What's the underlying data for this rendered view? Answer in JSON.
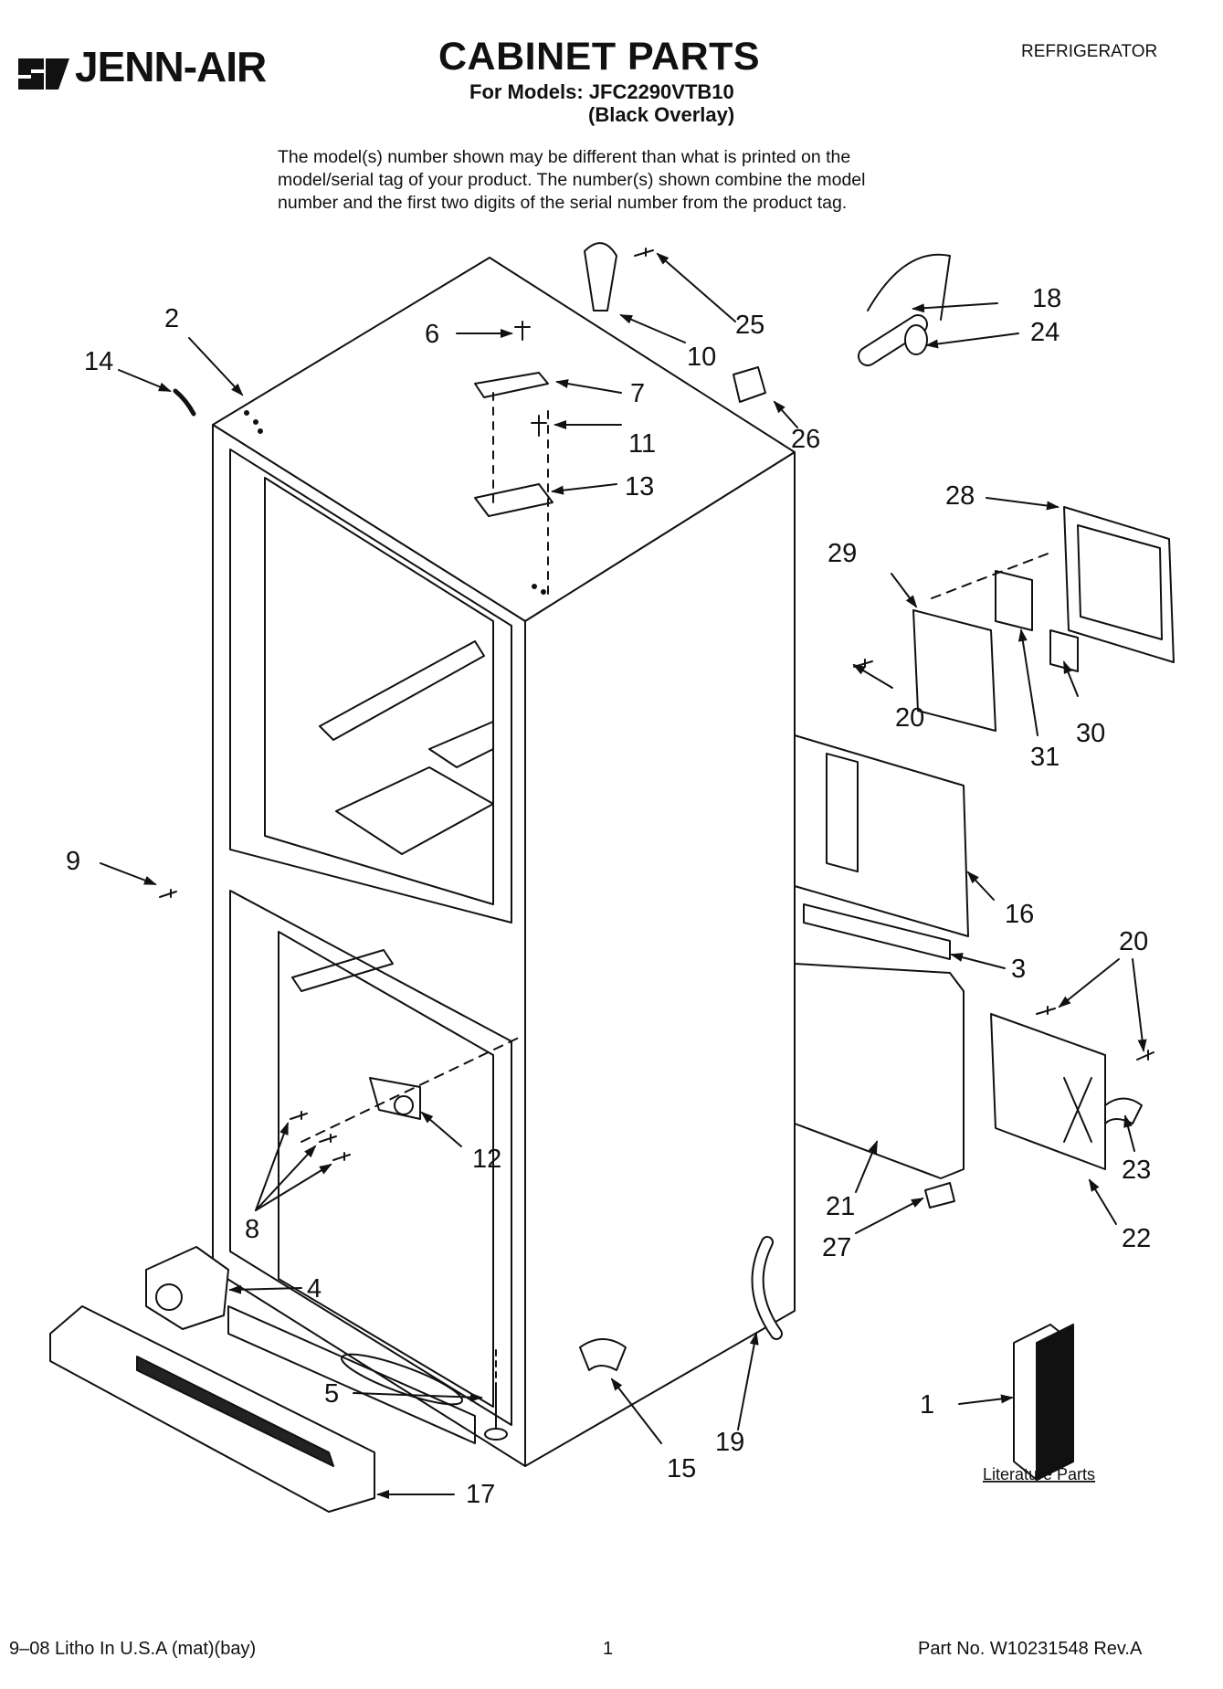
{
  "header": {
    "brand": "JENN-AIR",
    "title": "CABINET PARTS",
    "models": "For Models: JFC2290VTB10",
    "variant": "(Black Overlay)",
    "category": "REFRIGERATOR"
  },
  "disclaimer": [
    "The model(s) number shown may be different than what is printed on the",
    "model/serial tag of your product. The number(s) shown combine the model",
    "number and the first two digits of the serial number from the product tag."
  ],
  "callouts": [
    "1",
    "2",
    "3",
    "4",
    "5",
    "6",
    "7",
    "8",
    "9",
    "10",
    "11",
    "12",
    "13",
    "14",
    "15",
    "16",
    "17",
    "18",
    "19",
    "20",
    "20",
    "21",
    "22",
    "23",
    "24",
    "25",
    "26",
    "27",
    "28",
    "29",
    "30",
    "31"
  ],
  "literature_label": "Literature Parts",
  "footer": {
    "left": "9–08 Litho In U.S.A (mat)(bay)",
    "page": "1",
    "part_no": "Part No. W10231548 Rev.A"
  },
  "colors": {
    "ink": "#111111",
    "paper": "#ffffff"
  }
}
